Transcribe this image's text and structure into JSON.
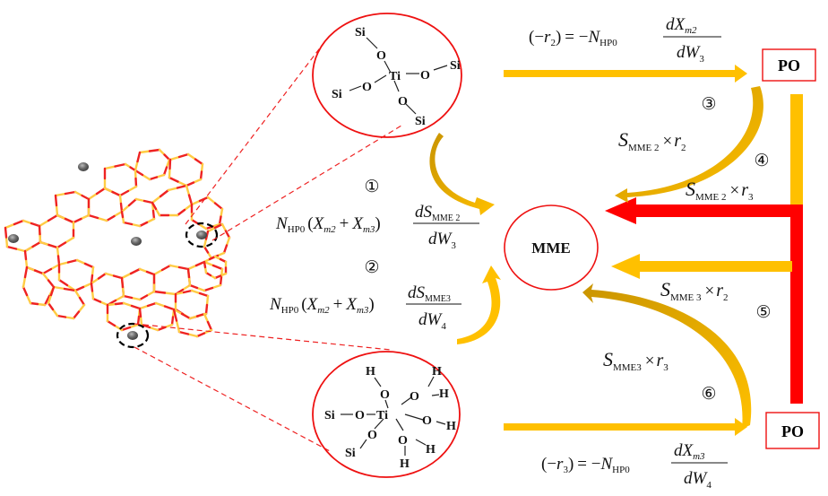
{
  "colors": {
    "accent_red": "#ff0000",
    "arrow_yellow": "#ffc000",
    "arrow_gold": "#d4a000",
    "framework_red": "#ee2222",
    "framework_yellow": "#ffcc44",
    "ti_atom_gray": "#666666"
  },
  "framework": {
    "ti_atoms": 5,
    "highlighted_sites": 2
  },
  "site_top": {
    "center": "Ti",
    "o1": "O",
    "o2": "O",
    "o3": "O",
    "o4": "O",
    "si1": "Si",
    "si2": "Si",
    "si3": "Si",
    "si4": "Si"
  },
  "site_bottom": {
    "center": "Ti",
    "si1": "Si",
    "si2": "Si",
    "o_si1": "O",
    "o_si2": "O",
    "o_h1": "O",
    "o_h2": "O",
    "o_h3": "O",
    "o_h4": "O",
    "h1": "H",
    "h2": "H",
    "h3": "H",
    "h4": "H",
    "h5": "H",
    "h6": "H"
  },
  "nodes": {
    "mme": "MME",
    "po_top": "PO",
    "po_bottom": "PO"
  },
  "markers": {
    "m1": "①",
    "m2": "②",
    "m3": "③",
    "m4": "④",
    "m5": "⑤",
    "m6": "⑥"
  },
  "equations": {
    "eq1": {
      "N": "N",
      "N_sub": "HP0",
      "paren_open": "(",
      "X1": "X",
      "X1_sub": "m2",
      "plus": "+",
      "X2": "X",
      "X2_sub": "m3",
      "paren_close": ")",
      "num": "dS",
      "num_sub": "MME 2",
      "den": "dW",
      "den_sub": "3"
    },
    "eq2": {
      "N": "N",
      "N_sub": "HP0",
      "paren_open": "(",
      "X1": "X",
      "X1_sub": "m2",
      "plus": "+",
      "X2": "X",
      "X2_sub": "m3",
      "paren_close": ")",
      "num": "dS",
      "num_sub": "MME3",
      "den": "dW",
      "den_sub": "4"
    },
    "rate_top": {
      "lhs_open": "(−",
      "r": "r",
      "r_sub": "2",
      "lhs_close": ")",
      "eq": "= −",
      "N": "N",
      "N_sub": "HP0",
      "num": "dX",
      "num_sub": "m2",
      "den": "dW",
      "den_sub": "3"
    },
    "rate_bottom": {
      "lhs_open": "(−",
      "r": "r",
      "r_sub": "3",
      "lhs_close": ")",
      "eq": "= −",
      "N": "N",
      "N_sub": "HP0",
      "num": "dX",
      "num_sub": "m3",
      "den": "dW",
      "den_sub": "4"
    },
    "s3": {
      "S": "S",
      "S_sub": "MME 2",
      "times": "×",
      "r": "r",
      "r_sub": "2"
    },
    "s4": {
      "S": "S",
      "S_sub": "MME 2",
      "times": "×",
      "r": "r",
      "r_sub": "3"
    },
    "s5": {
      "S": "S",
      "S_sub": "MME 3",
      "times": "×",
      "r": "r",
      "r_sub": "2"
    },
    "s6": {
      "S": "S",
      "S_sub": "MME3",
      "times": "×",
      "r": "r",
      "r_sub": "3"
    }
  }
}
